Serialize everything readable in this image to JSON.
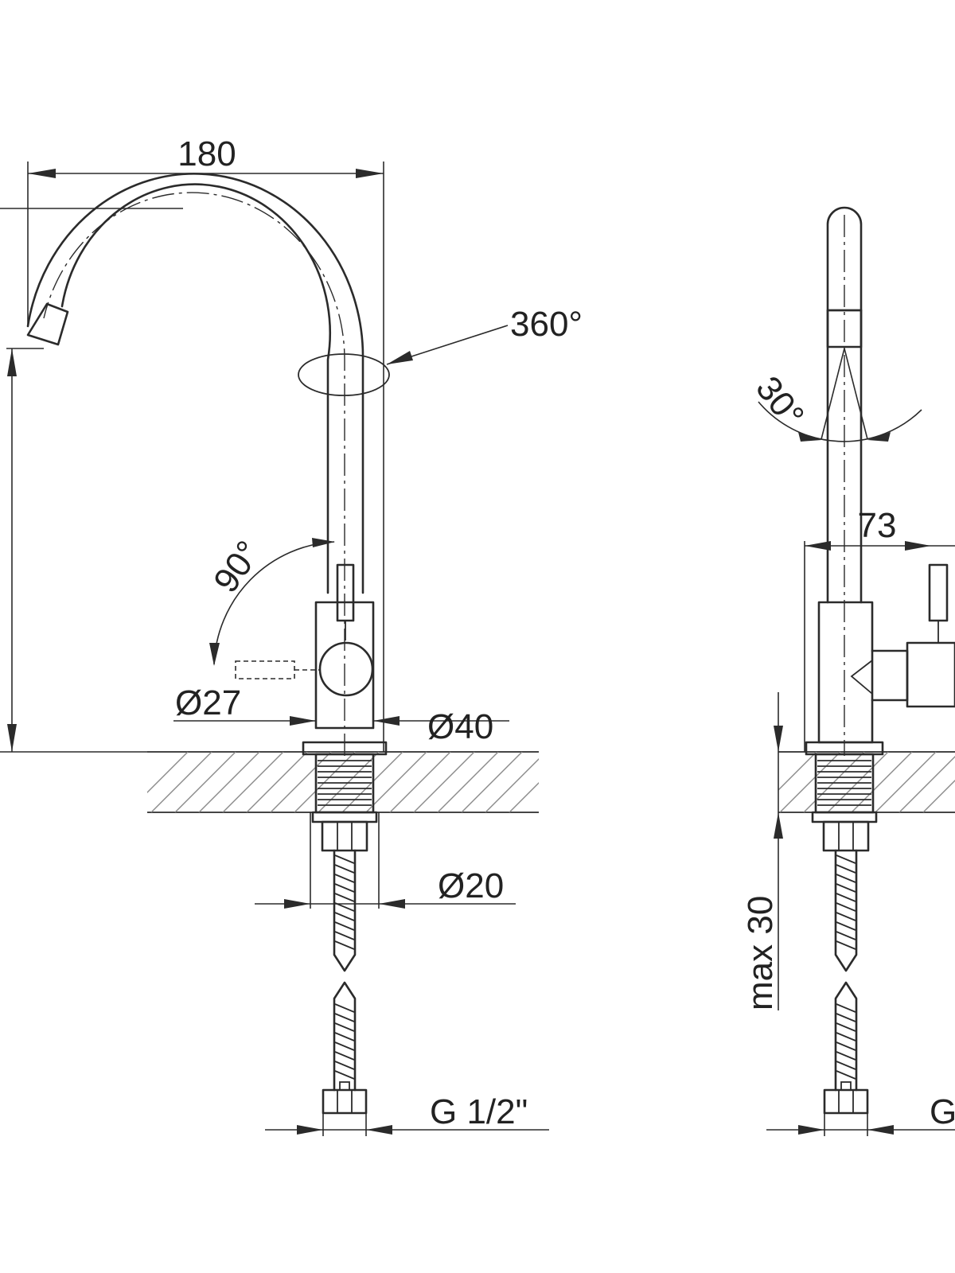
{
  "diagram": {
    "front_view": {
      "width_label": "180",
      "rotation_label": "360°",
      "lever_angle_label": "90°",
      "lever_diameter_label": "Ø27",
      "body_diameter_label": "Ø40",
      "shank_diameter_label": "Ø20",
      "connection_label": "G 1/2\""
    },
    "side_view": {
      "spout_angle_label": "30°",
      "lever_depth_label": "73",
      "max_thickness_label": "max 30",
      "connection_label": "G"
    }
  },
  "colors": {
    "line": "#2b2b2b",
    "hatch": "#8a8a8a",
    "background": "#ffffff"
  }
}
